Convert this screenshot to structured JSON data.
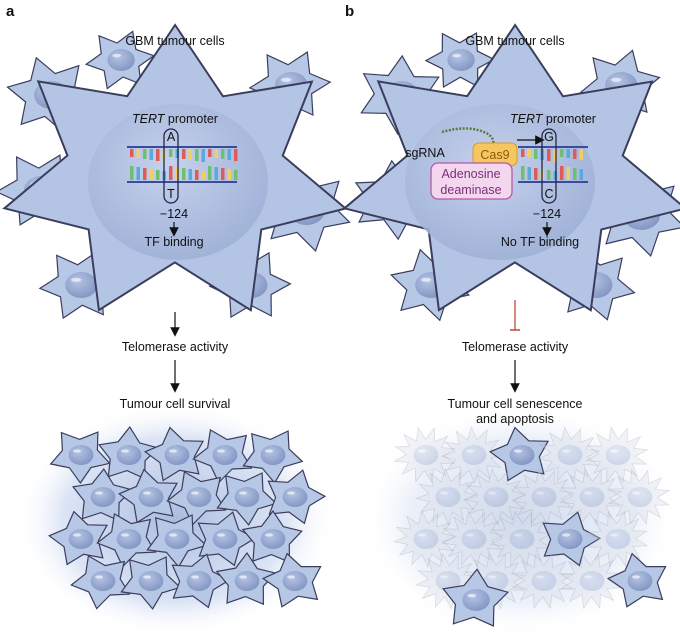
{
  "panel_a": {
    "label": "a",
    "cells_label": "GBM tumour cells",
    "promoter_gene": "TERT",
    "promoter_word": " promoter",
    "top_base": "A",
    "bottom_base": "T",
    "position": "−124",
    "binding": "TF binding",
    "activity": "Telomerase activity",
    "outcome": "Tumour cell survival"
  },
  "panel_b": {
    "label": "b",
    "cells_label": "GBM tumour cells",
    "promoter_gene": "TERT",
    "promoter_word": " promoter",
    "guide": "sgRNA",
    "enzyme": "Cas9",
    "deaminase_line1": "Adenosine",
    "deaminase_line2": "deaminase",
    "top_base": "G",
    "bottom_base": "C",
    "position": "−124",
    "binding": "No TF binding",
    "activity": "Telomerase activity",
    "outcome_line1": "Tumour cell senescence",
    "outcome_line2": "and apoptosis"
  },
  "colors": {
    "cell_fill": "#b7c7e6",
    "cell_outline": "#3b3d5c",
    "cas9": "#f6c660",
    "deaminase": "#f4d6ee",
    "deaminase_border": "#b25aa8",
    "inhibition": "#c0392b"
  }
}
